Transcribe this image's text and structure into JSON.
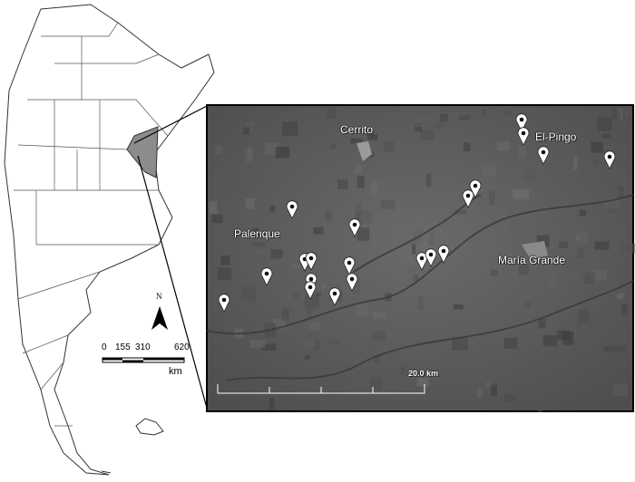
{
  "overview_map": {
    "north_arrow": "N",
    "scale_bar": {
      "ticks": [
        "0",
        "155",
        "310",
        "620"
      ],
      "unit": "km"
    }
  },
  "inset_map": {
    "places": [
      "Cerrito",
      "El-Pingo",
      "Palenque",
      "María Grande"
    ],
    "scale_label": "20.0 km",
    "marker_count": 20
  },
  "colors": {
    "highlight_province": "#8c8c8c",
    "satellite": "#5a5a5a"
  }
}
